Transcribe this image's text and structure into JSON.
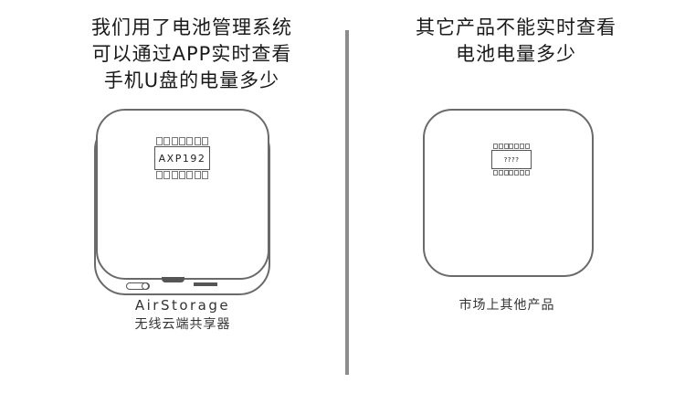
{
  "left": {
    "heading_lines": [
      "我们用了电池管理系统",
      "可以通过APP实时查看",
      "手机U盘的电量多少"
    ],
    "chip_label": "AXP192",
    "pin_count_per_row": 7,
    "caption_line1": "AirStorage",
    "caption_line2": "无线云端共享器"
  },
  "right": {
    "heading_lines": [
      "其它产品不能实时查看",
      "电池电量多少"
    ],
    "chip_label": "????",
    "pin_count_per_row": 7,
    "caption": "市场上其他产品"
  },
  "colors": {
    "outline": "#6a6a6a",
    "divider": "#8c8c8c",
    "text": "#1a1a1a"
  }
}
